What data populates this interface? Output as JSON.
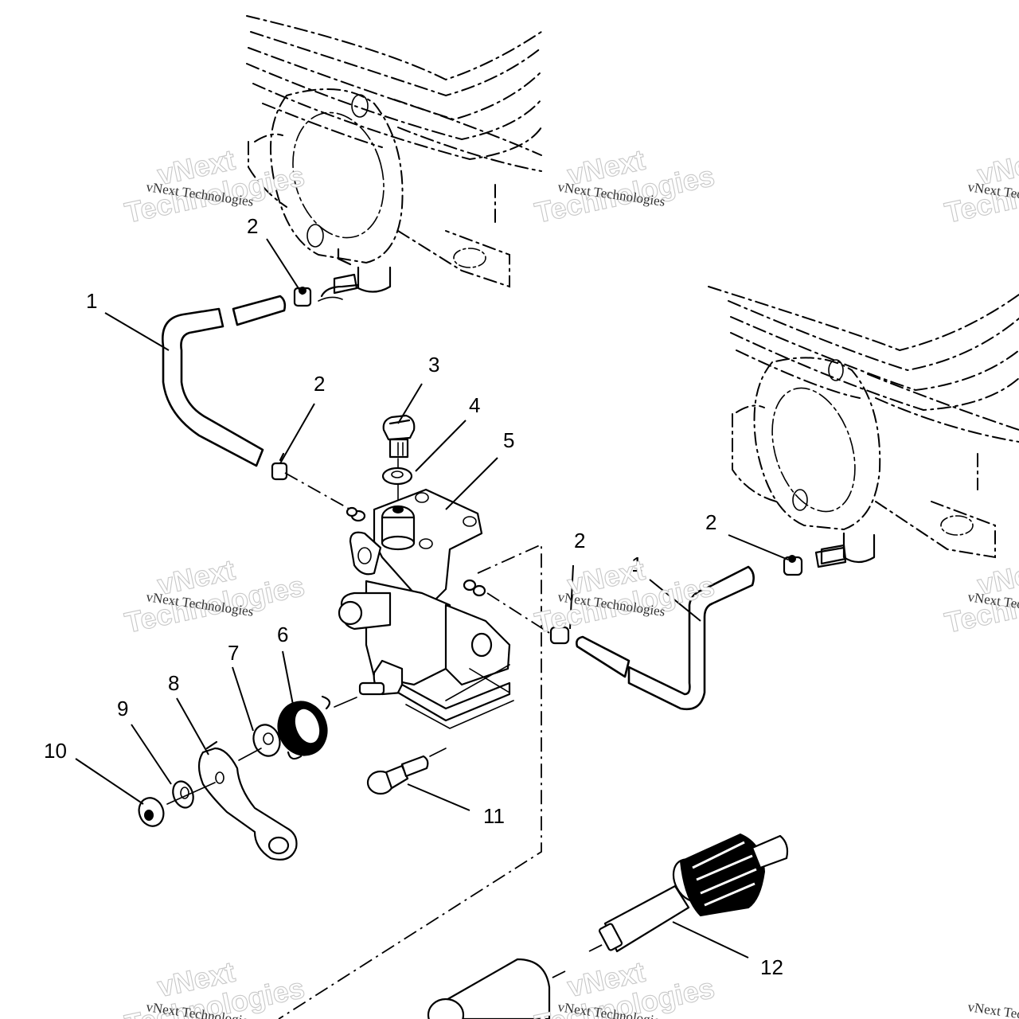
{
  "diagram": {
    "title": "Oil pump assembly exploded view",
    "callouts": [
      {
        "id": "c1a",
        "label": "1",
        "part": "hose-left"
      },
      {
        "id": "c2a",
        "label": "2",
        "part": "clamp-upper-left"
      },
      {
        "id": "c2b",
        "label": "2",
        "part": "clamp-mid-left"
      },
      {
        "id": "c3",
        "label": "3",
        "part": "banjo-bolt"
      },
      {
        "id": "c4",
        "label": "4",
        "part": "sealing-washer"
      },
      {
        "id": "c5",
        "label": "5",
        "part": "oil-pump"
      },
      {
        "id": "c2c",
        "label": "2",
        "part": "clamp-mid-right"
      },
      {
        "id": "c1b",
        "label": "1",
        "part": "hose-right"
      },
      {
        "id": "c2d",
        "label": "2",
        "part": "clamp-upper-right"
      },
      {
        "id": "c6",
        "label": "6",
        "part": "spring"
      },
      {
        "id": "c7",
        "label": "7",
        "part": "washer"
      },
      {
        "id": "c8",
        "label": "8",
        "part": "pump-lever"
      },
      {
        "id": "c9",
        "label": "9",
        "part": "lock-washer"
      },
      {
        "id": "c10",
        "label": "10",
        "part": "nut"
      },
      {
        "id": "c11",
        "label": "11",
        "part": "screw"
      },
      {
        "id": "c12",
        "label": "12",
        "part": "drive-gear-shaft"
      }
    ],
    "watermark": {
      "small_text": "vNext Technologies",
      "big_line1": "vNext",
      "big_line2": "Technologies"
    }
  }
}
